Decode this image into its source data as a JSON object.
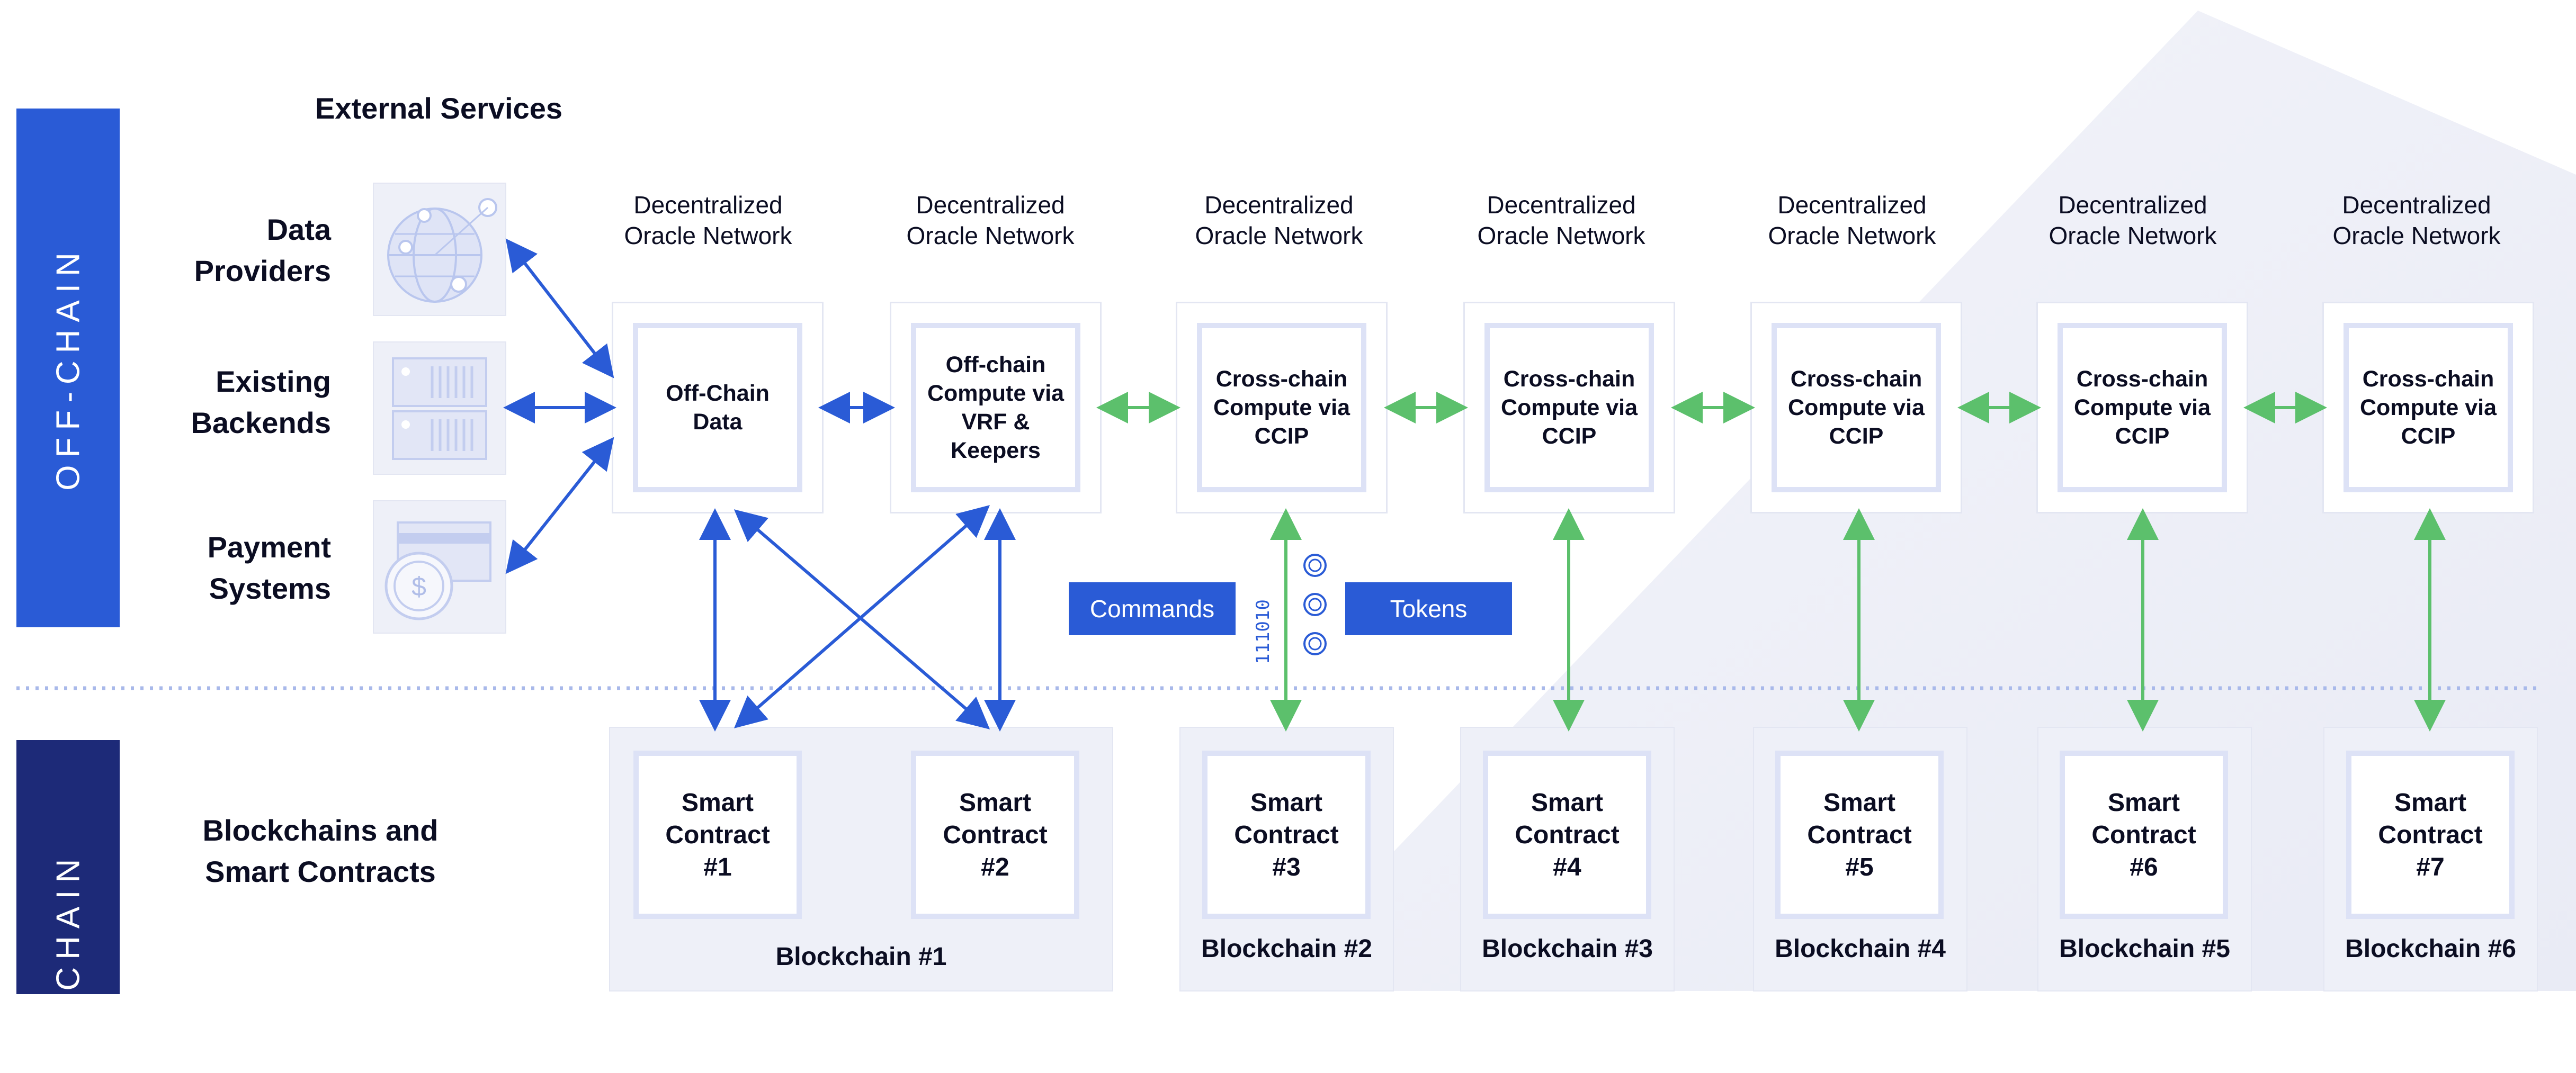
{
  "colors": {
    "offchain_band": "#2a5bd6",
    "onchain_band": "#1d2a78",
    "blue_arrow": "#2a5bd6",
    "green_arrow": "#5cc06c",
    "box_border": "#dde2f6",
    "box_fill": "#eef0f8"
  },
  "bands": {
    "offchain": "OFF-CHAIN",
    "onchain": "ON-CHAIN"
  },
  "headings": {
    "external_services": "External Services"
  },
  "external": {
    "data_providers": "Data\nProviders",
    "existing_backends": "Existing\nBackends",
    "payment_systems": "Payment\nSystems"
  },
  "external_icons": [
    "globe-network-icon",
    "server-rack-icon",
    "payment-card-coin-icon"
  ],
  "blockchains_label": "Blockchains and\nSmart Contracts",
  "networks": [
    {
      "label": "Decentralized\nOracle Network",
      "box": "Off-Chain\nData"
    },
    {
      "label": "Decentralized\nOracle Network",
      "box": "Off-chain\nCompute via\nVRF &\nKeepers"
    },
    {
      "label": "Decentralized\nOracle Network",
      "box": "Cross-chain\nCompute via\nCCIP"
    },
    {
      "label": "Decentralized\nOracle Network",
      "box": "Cross-chain\nCompute via\nCCIP"
    },
    {
      "label": "Decentralized\nOracle Network",
      "box": "Cross-chain\nCompute via\nCCIP"
    },
    {
      "label": "Decentralized\nOracle Network",
      "box": "Cross-chain\nCompute via\nCCIP"
    },
    {
      "label": "Decentralized\nOracle Network",
      "box": "Cross-chain\nCompute via\nCCIP"
    }
  ],
  "contracts": [
    "Smart\nContract\n#1",
    "Smart\nContract\n#2",
    "Smart\nContract\n#3",
    "Smart\nContract\n#4",
    "Smart\nContract\n#5",
    "Smart\nContract\n#6",
    "Smart\nContract\n#7"
  ],
  "blockchains": [
    "Blockchain #1",
    "Blockchain #2",
    "Blockchain #3",
    "Blockchain #4",
    "Blockchain #5",
    "Blockchain #6"
  ],
  "pills": {
    "commands": "Commands",
    "tokens": "Tokens"
  },
  "binary": "111010",
  "token_icon": "token-coin-icon"
}
